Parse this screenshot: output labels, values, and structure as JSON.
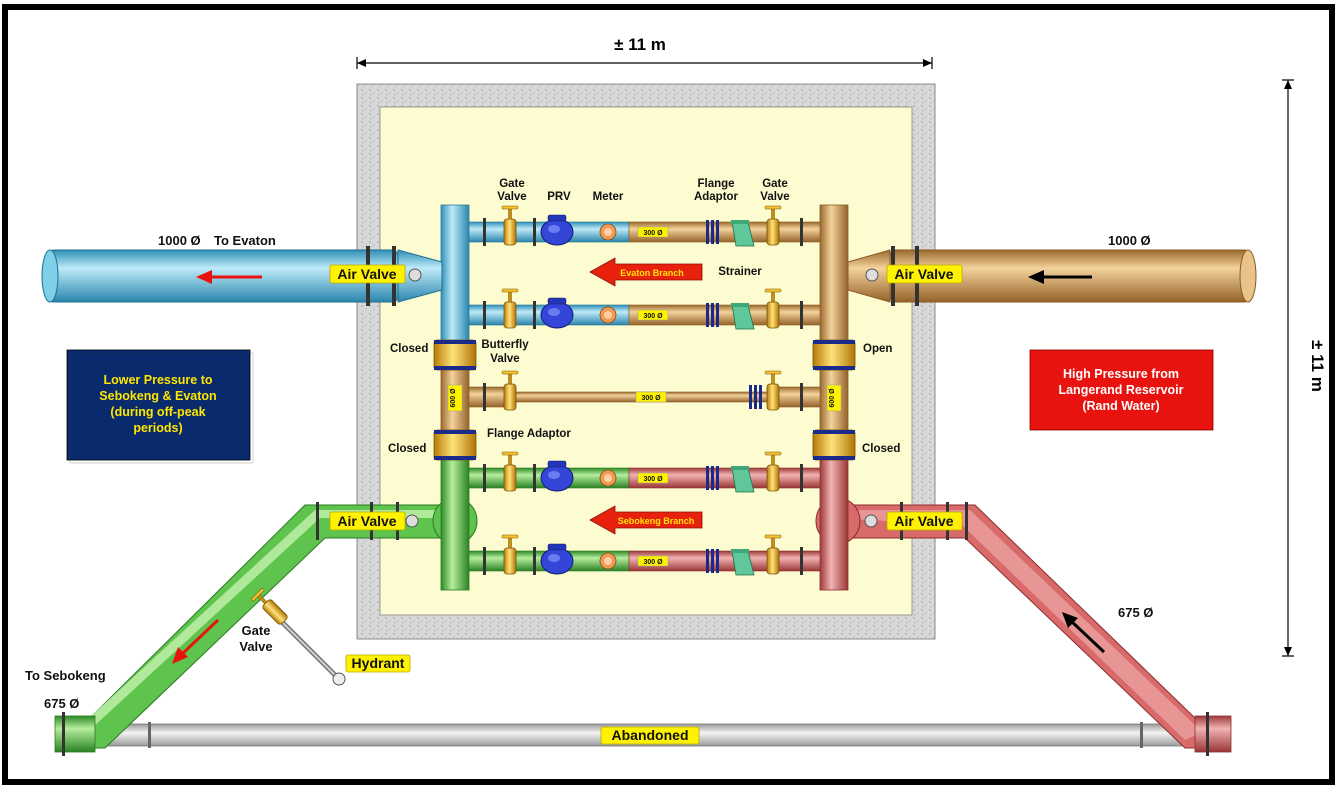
{
  "dimensions": {
    "top_width": "± 11 m",
    "side_height": "± 11 m"
  },
  "labels": {
    "inlet_size": "1000 Ø",
    "outlet_size": "1000 Ø",
    "to_evaton": "To Evaton",
    "to_sebokeng": "To Sebokeng",
    "sebokeng_size": "675 Ø",
    "inlet_675": "675 Ø",
    "air_valve": "Air Valve",
    "gate_valve_a": "Gate",
    "gate_valve_b": "Valve",
    "prv": "PRV",
    "meter": "Meter",
    "flange_a": "Flange",
    "flange_b": "Adaptor",
    "strainer": "Strainer",
    "closed": "Closed",
    "open": "Open",
    "butterfly_a": "Butterfly",
    "butterfly_b": "Valve",
    "flange_adaptor": "Flange Adaptor",
    "hydrant": "Hydrant",
    "abandoned": "Abandoned",
    "pipe_300": "300 Ø",
    "pipe_600": "600 Ø",
    "evaton_branch": "Evaton Branch",
    "sebokeng_branch": "Sebokeng Branch"
  },
  "info_boxes": {
    "low": [
      "Lower Pressure to",
      "Sebokeng & Evaton",
      "(during off-peak",
      "periods)"
    ],
    "high": [
      "High Pressure from",
      "Langerand Reservoir",
      "(Rand Water)"
    ]
  },
  "colors": {
    "evaton_pipe": "#5bc4e8",
    "rand_pipe": "#d9a35e",
    "sebokeng_pipe": "#5ec44e",
    "high_pipe": "#d86a6a",
    "abandoned_pipe": "#d9d9d9",
    "chamber_fill": "#fdfbd0",
    "low_box": "#0a2a6e",
    "high_box": "#e8120e",
    "prv": "#2b3fd0",
    "valve": "#f2b21a"
  }
}
